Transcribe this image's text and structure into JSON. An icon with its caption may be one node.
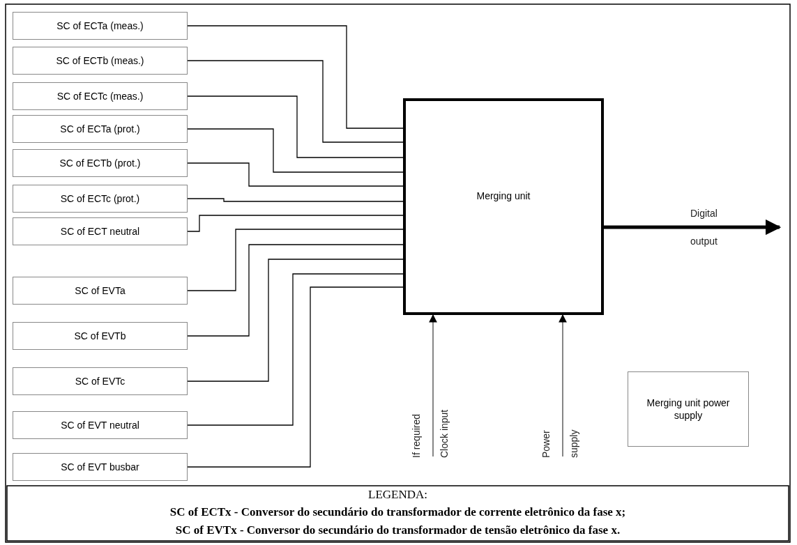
{
  "diagram": {
    "nodes": [
      {
        "text": [
          "SC of ECTa (meas.)"
        ]
      },
      {
        "text": [
          "SC of ECTb (meas.)"
        ]
      },
      {
        "text": [
          "SC of ECTc (meas.)"
        ]
      },
      {
        "text": [
          "SC of ECTa (prot.)"
        ]
      },
      {
        "text": [
          "SC of ECTb (prot.)"
        ]
      },
      {
        "text": [
          "SC of ECTc (prot.)"
        ]
      },
      {
        "text": [
          "SC of ECT neutral"
        ]
      },
      {
        "text": [
          "SC of EVTa"
        ]
      },
      {
        "text": [
          "SC of EVTb"
        ]
      },
      {
        "text": [
          "SC of EVTc"
        ]
      },
      {
        "text": [
          "SC of EVT neutral"
        ]
      },
      {
        "text": [
          "SC of EVT busbar"
        ]
      },
      {
        "text": [
          "Merging unit"
        ]
      },
      {
        "text": [
          "Merging unit power supply"
        ]
      }
    ],
    "edges": [
      {
        "from": 0,
        "to": 12,
        "arrow": "none"
      },
      {
        "from": 1,
        "to": 12,
        "arrow": "none"
      },
      {
        "from": 2,
        "to": 12,
        "arrow": "none"
      },
      {
        "from": 3,
        "to": 12,
        "arrow": "none"
      },
      {
        "from": 4,
        "to": 12,
        "arrow": "none"
      },
      {
        "from": 5,
        "to": 12,
        "arrow": "none"
      },
      {
        "from": 6,
        "to": 12,
        "arrow": "none"
      },
      {
        "from": 7,
        "to": 12,
        "arrow": "none"
      },
      {
        "from": 8,
        "to": 12,
        "arrow": "none"
      },
      {
        "from": 9,
        "to": 12,
        "arrow": "none"
      },
      {
        "from": 10,
        "to": 12,
        "arrow": "none"
      },
      {
        "from": 11,
        "to": 12,
        "arrow": "none"
      },
      {
        "from": 12,
        "to": null,
        "arrow": "to",
        "style": "thick",
        "label": "Digital output"
      },
      {
        "from": null,
        "to": 12,
        "arrow": "to",
        "label": "If required Clock input"
      },
      {
        "from": null,
        "to": 12,
        "arrow": "to",
        "label": "Power supply"
      }
    ],
    "labels": [
      "LEGENDA:",
      "SC of ECTx - Conversor do secundário do transformador de corrente eletrônico da fase x;",
      "SC of EVTx - Conversor do secundário do transformador de tensão eletrônico da fase x."
    ]
  }
}
